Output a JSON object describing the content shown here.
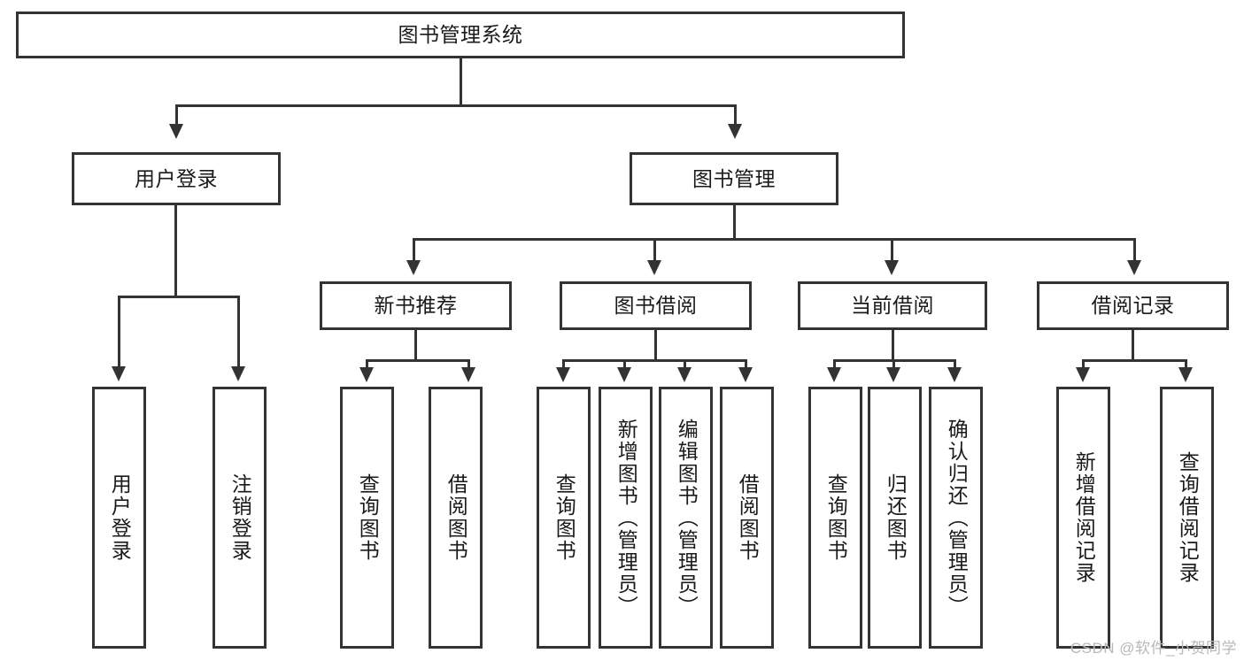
{
  "diagram": {
    "title": "图书管理系统",
    "type": "hierarchy-tree",
    "watermark": "CSDN @软件_小贺同学",
    "colors": {
      "stroke": "#333333",
      "fill": "#ffffff",
      "text": "#1a1a1a",
      "watermark": "#b8b8b8"
    },
    "nodes": {
      "root": {
        "label": "图书管理系统"
      },
      "level2": [
        {
          "label": "用户登录"
        },
        {
          "label": "图书管理"
        }
      ],
      "level3": [
        {
          "label": "新书推荐"
        },
        {
          "label": "图书借阅"
        },
        {
          "label": "当前借阅"
        },
        {
          "label": "借阅记录"
        }
      ],
      "leaves": {
        "user_login": [
          {
            "label": "用户登录"
          },
          {
            "label": "注销登录"
          }
        ],
        "new_book_recommend": [
          {
            "label": "查询图书"
          },
          {
            "label": "借阅图书"
          }
        ],
        "book_borrow": [
          {
            "label": "查询图书"
          },
          {
            "label": "新增图书（管理员）"
          },
          {
            "label": "编辑图书（管理员）"
          },
          {
            "label": "借阅图书"
          }
        ],
        "current_borrow": [
          {
            "label": "查询图书"
          },
          {
            "label": "归还图书"
          },
          {
            "label": "确认归还（管理员）"
          }
        ],
        "borrow_record": [
          {
            "label": "新增借阅记录"
          },
          {
            "label": "查询借阅记录"
          }
        ]
      }
    }
  }
}
